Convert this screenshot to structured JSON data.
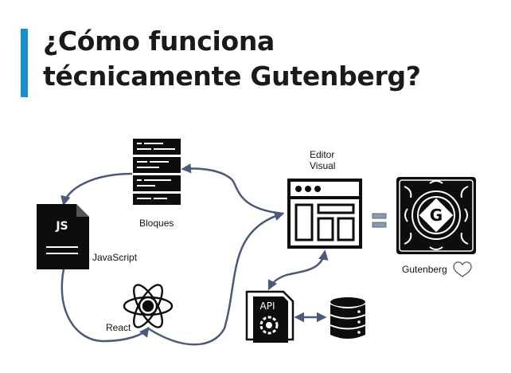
{
  "title": {
    "line1": "¿Cómo funciona",
    "line2": "técnicamente Gutenberg?"
  },
  "nodes": {
    "bloques": {
      "label": "Bloques",
      "icon": "code-blocks-icon"
    },
    "javascript": {
      "label": "JavaScript",
      "icon_text": "JS",
      "icon": "js-file-icon"
    },
    "react": {
      "label": "React",
      "icon": "react-atom-icon"
    },
    "editor": {
      "label_line1": "Editor",
      "label_line2": "Visual",
      "icon": "editor-window-icon"
    },
    "api": {
      "icon_text": "API",
      "icon": "api-document-gear-icon"
    },
    "database": {
      "icon": "database-icon"
    },
    "gutenberg": {
      "label": "Gutenberg",
      "logo_letter": "G",
      "icon": "gutenberg-logo"
    }
  },
  "colors": {
    "accent": "#1a8fd0",
    "arrow": "#4a5a78",
    "icon_dark": "#0d0d0d"
  }
}
